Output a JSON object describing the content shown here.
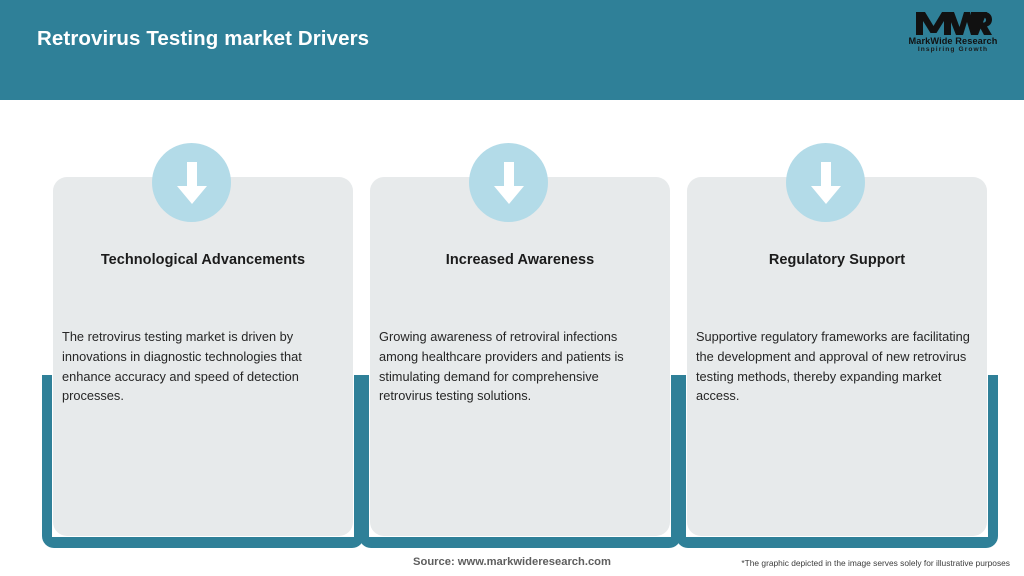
{
  "header": {
    "title": "Retrovirus Testing market Drivers",
    "background_color": "#2f8098",
    "title_color": "#ffffff"
  },
  "logo": {
    "mark": "MWR",
    "name": "MarkWide Research",
    "tagline": "Inspiring Growth"
  },
  "theme": {
    "accent_teal": "#2f8098",
    "panel_gray": "#e7eaeb",
    "icon_circle_blue": "#b3dbe8",
    "icon_arrow_white": "#ffffff"
  },
  "cards": [
    {
      "icon": "arrow-down-icon",
      "heading": "Technological Advancements",
      "body": "The retrovirus testing market is driven by innovations in diagnostic technologies that enhance accuracy and speed of detection processes."
    },
    {
      "icon": "arrow-down-icon",
      "heading": "Increased Awareness",
      "body": "Growing awareness of retroviral infections among healthcare providers and patients is stimulating demand for comprehensive retrovirus testing solutions."
    },
    {
      "icon": "arrow-down-icon",
      "heading": "Regulatory Support",
      "body": "Supportive regulatory frameworks are facilitating the development and approval of new retrovirus testing methods, thereby expanding market access."
    }
  ],
  "footer": {
    "source": "Source: www.markwideresearch.com",
    "disclaimer": "*The graphic depicted in the image serves solely for illustrative purposes"
  }
}
